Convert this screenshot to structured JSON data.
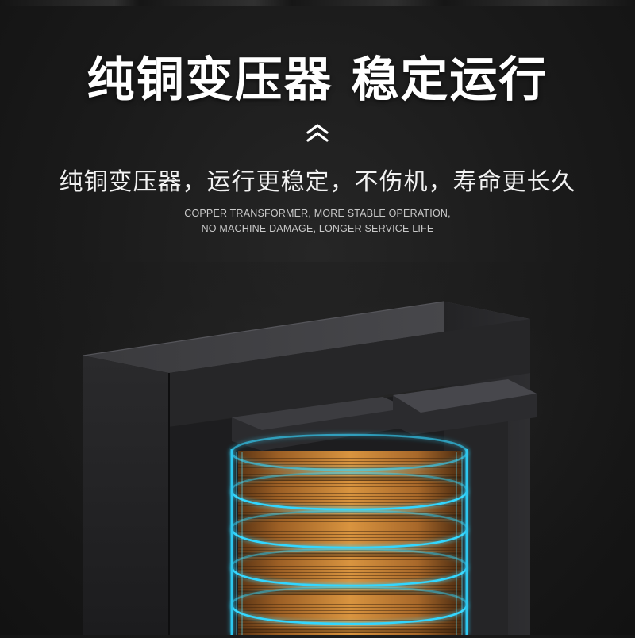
{
  "headline": "纯铜变压器 稳定运行",
  "subtitle": "纯铜变压器，运行更稳定，不伤机，寿命更长久",
  "english_lines": [
    "COPPER TRANSFORMER, MORE STABLE OPERATION,",
    "NO MACHINE DAMAGE, LONGER SERVICE LIFE"
  ],
  "icons": {
    "divider": "double-chevron-up-icon"
  },
  "colors": {
    "background": "#1a1a1a",
    "text": "#ffffff",
    "glow": "#33d6ff",
    "copper": "#c8853a",
    "core": "#2c2c2e"
  }
}
